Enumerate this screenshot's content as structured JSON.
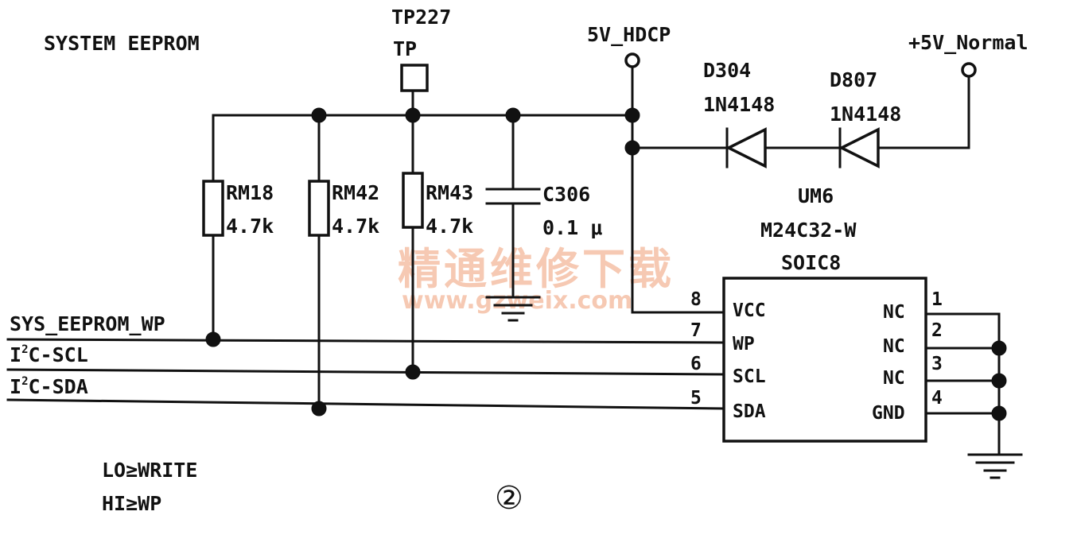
{
  "title": "SYSTEM EEPROM",
  "testpoint": {
    "ref": "TP227",
    "type": "TP"
  },
  "nets": {
    "hdcp": "5V_HDCP",
    "normal": "+5V_Normal",
    "wp": "SYS_EEPROM_WP",
    "scl_prefix": "I",
    "scl_sup": "2",
    "scl_suffix": "C-SCL",
    "sda_prefix": "I",
    "sda_sup": "2",
    "sda_suffix": "C-SDA"
  },
  "diodes": [
    {
      "ref": "D304",
      "value": "1N4148"
    },
    {
      "ref": "D807",
      "value": "1N4148"
    }
  ],
  "resistors": [
    {
      "ref": "RM18",
      "value": "4.7k"
    },
    {
      "ref": "RM42",
      "value": "4.7k"
    },
    {
      "ref": "RM43",
      "value": "4.7k"
    }
  ],
  "capacitor": {
    "ref": "C306",
    "value": "0.1 μ"
  },
  "ic": {
    "ref": "UM6",
    "part": "M24C32-W",
    "package": "SOIC8",
    "left_pins": [
      {
        "num": "8",
        "name": "VCC"
      },
      {
        "num": "7",
        "name": "WP"
      },
      {
        "num": "6",
        "name": "SCL"
      },
      {
        "num": "5",
        "name": "SDA"
      }
    ],
    "right_pins": [
      {
        "num": "1",
        "name": "NC"
      },
      {
        "num": "2",
        "name": "NC"
      },
      {
        "num": "3",
        "name": "NC"
      },
      {
        "num": "4",
        "name": "GND"
      }
    ]
  },
  "notes": {
    "lo": "LO≥WRITE",
    "hi": "HI≥WP"
  },
  "figure_number": "②",
  "watermark": {
    "cn": "精通维修下载",
    "url": "www.gzweix.com"
  }
}
